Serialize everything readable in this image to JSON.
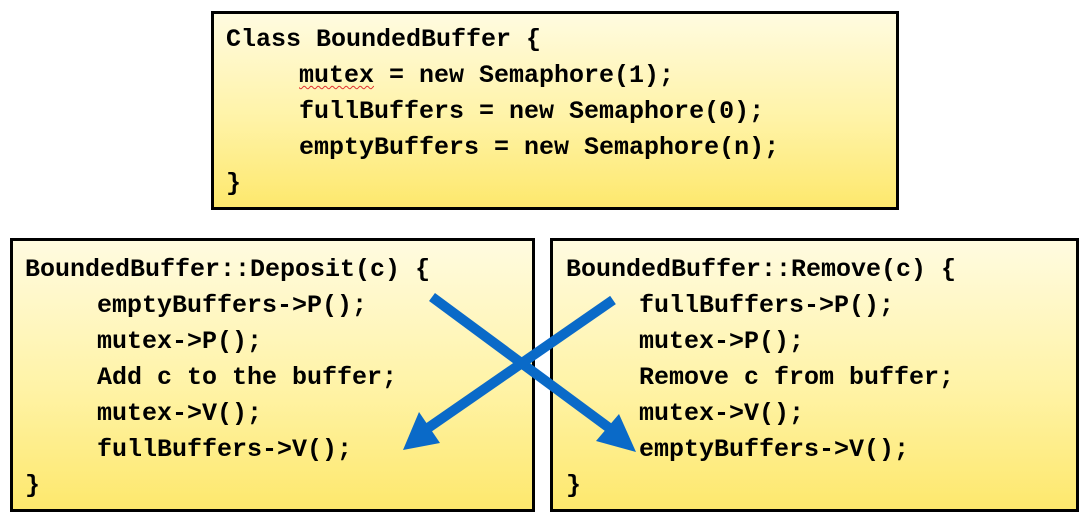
{
  "class_box": {
    "header": "Class BoundedBuffer {",
    "line_mutex_var": "mutex",
    "line_mutex_rest": " = new Semaphore(1);",
    "line_full": "fullBuffers = new Semaphore(0);",
    "line_empty": "emptyBuffers = new Semaphore(n);",
    "footer": "}"
  },
  "deposit_box": {
    "header": "BoundedBuffer::Deposit(c) {",
    "lines": [
      "emptyBuffers->P();",
      "mutex->P();",
      "Add c to the buffer;",
      "mutex->V();",
      "fullBuffers->V();"
    ],
    "footer": "}"
  },
  "remove_box": {
    "header": "BoundedBuffer::Remove(c) {",
    "lines": [
      "fullBuffers->P();",
      "mutex->P();",
      "Remove c from buffer;",
      "mutex->V();",
      "emptyBuffers->V();"
    ],
    "footer": "}"
  },
  "colors": {
    "arrow": "#0a6ac8",
    "box_border": "#000000",
    "box_fill_top": "#fffbe0",
    "box_fill_bottom": "#fde86d",
    "spellcheck_underline": "#e03030"
  },
  "icons": [
    "arrow-empty-to-empty-icon",
    "arrow-full-to-full-icon"
  ]
}
